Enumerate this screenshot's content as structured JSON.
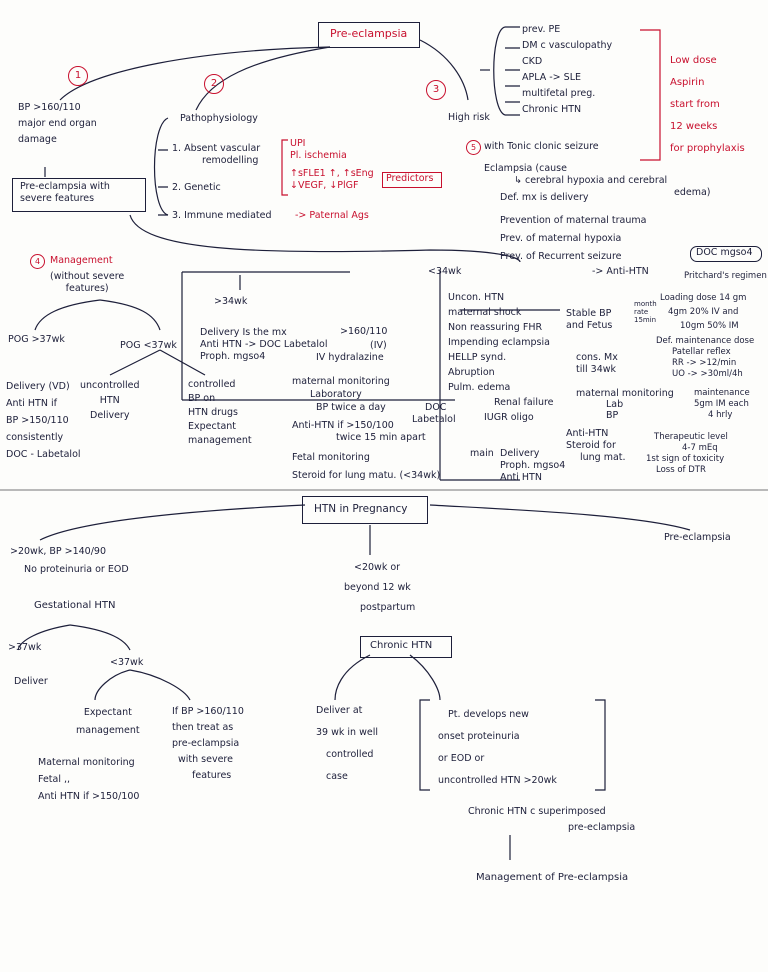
{
  "top": {
    "title": "Pre-eclampsia",
    "num1": "1",
    "num2": "2",
    "num3": "3",
    "num4": "4",
    "num5": "5",
    "high_risk_items": [
      "prev. PE",
      "DM c vasculopathy",
      "CKD",
      "APLA -> SLE",
      "multifetal preg.",
      "Chronic HTN"
    ],
    "high_risk": "High risk",
    "aspirin": [
      "Low dose",
      "Aspirin",
      "start from",
      "12 weeks",
      "for prophylaxis"
    ],
    "bp": [
      "BP >160/110",
      "major end organ",
      "damage"
    ],
    "severe_box": [
      "Pre-eclampsia with",
      "severe features"
    ],
    "patho_title": "Pathophysiology",
    "patho_1": [
      "1. Absent vascular",
      "remodelling"
    ],
    "patho_upi": [
      "UPI",
      "Pl. ischemia"
    ],
    "patho_markers": [
      "↑sFLE1 ↑, ↑sEng",
      "↓VEGF, ↓PlGF"
    ],
    "predictors": "Predictors",
    "patho_2": "2. Genetic",
    "patho_3": "3. Immune mediated",
    "paternal": "-> Paternal Ags",
    "seizure_title": "with Tonic clonic seizure",
    "eclampsia": [
      "Eclampsia (cause",
      "↳ cerebral hypoxia and cerebral",
      "edema)"
    ],
    "def_mx": "Def. mx is delivery",
    "prevention": [
      "Prevention of maternal trauma",
      "Prev. of maternal hypoxia",
      "Prev. of Recurrent seizure"
    ],
    "doc_mgso4": "DOC mgso4",
    "anti_htn": "-> Anti-HTN",
    "pritchard": "Pritchard's regimen",
    "mgmt_title": "Management",
    "mgmt_sub": [
      "(without severe",
      "features)"
    ],
    "pog37": "POG >37wk",
    "delivery_vd": [
      "Delivery (VD)",
      "Anti HTN if",
      "BP >150/110",
      "consistently",
      "DOC - Labetalol"
    ],
    "pog_lt37": "POG <37wk",
    "uncontrolled": [
      "uncontrolled",
      "HTN",
      "Delivery"
    ],
    "controlled": [
      "controlled",
      "BP on",
      "HTN drugs",
      "Expectant",
      "management"
    ],
    "gt34": ">34wk",
    "gt34_items": [
      "Delivery Is the mx",
      "Anti HTN -> DOC Labetalol",
      "Proph. mgso4"
    ],
    "labetalol_notes": [
      ">160/110",
      "(IV)",
      "IV hydralazine"
    ],
    "maternal_mon": [
      "maternal monitoring",
      "Laboratory",
      "BP twice a day",
      "DOC",
      "Labetalol"
    ],
    "antihtn_if": [
      "Anti-HTN if >150/100",
      "twice 15 min apart"
    ],
    "fetal_mon": "Fetal monitoring",
    "steroid": "Steroid for lung matu. (<34wk)",
    "lt34": "<34wk",
    "lt34_items": [
      "Uncon. HTN",
      "maternal shock",
      "Non reassuring FHR",
      "Impending eclampsia",
      "HELLP synd.",
      "Abruption",
      "Pulm. edema",
      "Renal failure",
      "IUGR oligo"
    ],
    "main": "main",
    "main_items": [
      "Delivery",
      "Proph. mgso4",
      "Anti HTN"
    ],
    "stable": [
      "Stable BP",
      "and Fetus"
    ],
    "cons_mx": [
      "cons. Mx",
      "till 34wk"
    ],
    "maternal_mon2": [
      "maternal monitoring",
      "Lab",
      "BP"
    ],
    "anti_steroid": [
      "Anti-HTN",
      "Steroid for",
      "lung mat."
    ],
    "loading": [
      "Loading dose 14 gm",
      "4gm 20% IV and",
      "10gm 50% IM"
    ],
    "rate_labels": [
      "month",
      "rate",
      "15min"
    ],
    "maint": [
      "Def. maintenance dose",
      "Patellar reflex",
      "RR -> >12/min",
      "UO -> >30ml/4h"
    ],
    "maint_note": [
      "maintenance",
      "5gm IM each",
      "4 hrly"
    ],
    "therapeutic": [
      "Therapeutic level",
      "4-7 mEq",
      "1st sign of toxicity",
      "Loss of DTR"
    ],
    "htn_title": "HTN in Pregnancy",
    "gest_cond": [
      ">20wk, BP >140/90",
      "No proteinuria or EOD"
    ],
    "gest_htn": "Gestational HTN",
    "gest37": ">37wk",
    "gest_deliver": "Deliver",
    "gest_lt37": "<37wk",
    "expectant": [
      "Expectant",
      "management"
    ],
    "expect_items": [
      "Maternal monitoring",
      "Fetal ,,",
      "Anti HTN if >150/100"
    ],
    "bp160": [
      "If BP >160/110",
      "then treat as",
      "pre-eclampsia",
      "with severe",
      "features"
    ],
    "chronic_cond": [
      "<20wk or",
      "beyond 12 wk",
      "postpartum"
    ],
    "chronic_htn": "Chronic HTN",
    "deliver39": [
      "Deliver at",
      "39 wk in well",
      "controlled",
      "case"
    ],
    "pt_develops": [
      "Pt. develops new",
      "onset proteinuria",
      "or EOD or",
      "uncontrolled HTN >20wk"
    ],
    "superimposed": [
      "Chronic HTN c superimposed",
      "pre-eclampsia"
    ],
    "mgmt_pe": "Management of Pre-eclampsia",
    "pre_right": "Pre-eclampsia"
  }
}
